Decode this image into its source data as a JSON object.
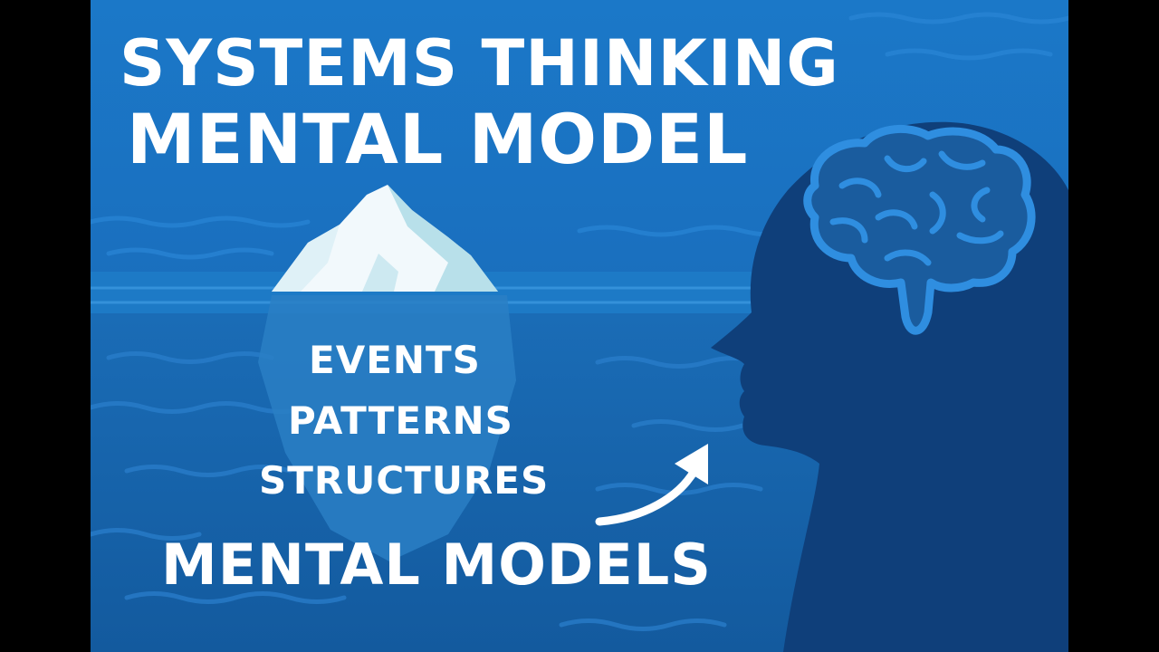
{
  "title": {
    "line1": "SYSTEMS THINKING",
    "line2": "MENTAL MODEL"
  },
  "iceberg_layers": [
    "EVENTS",
    "PATTERNS",
    "STRUCTURES"
  ],
  "bottom_label": "MENTAL MODELS",
  "icons": {
    "iceberg": "iceberg-icon",
    "head": "head-silhouette-icon",
    "brain": "brain-icon",
    "arrow": "curved-arrow-icon"
  },
  "colors": {
    "letterbox": "#000000",
    "sky_water": "#1a73c4",
    "deep_water": "#1763a8",
    "wave": "#2a86d6",
    "iceberg_top": "#f2f9fc",
    "iceberg_shade": "#b8e0ea",
    "iceberg_underwater": "#2a7fc4",
    "head": "#0f3f7a",
    "brain_stroke": "#2f8ee0",
    "text": "#ffffff"
  }
}
